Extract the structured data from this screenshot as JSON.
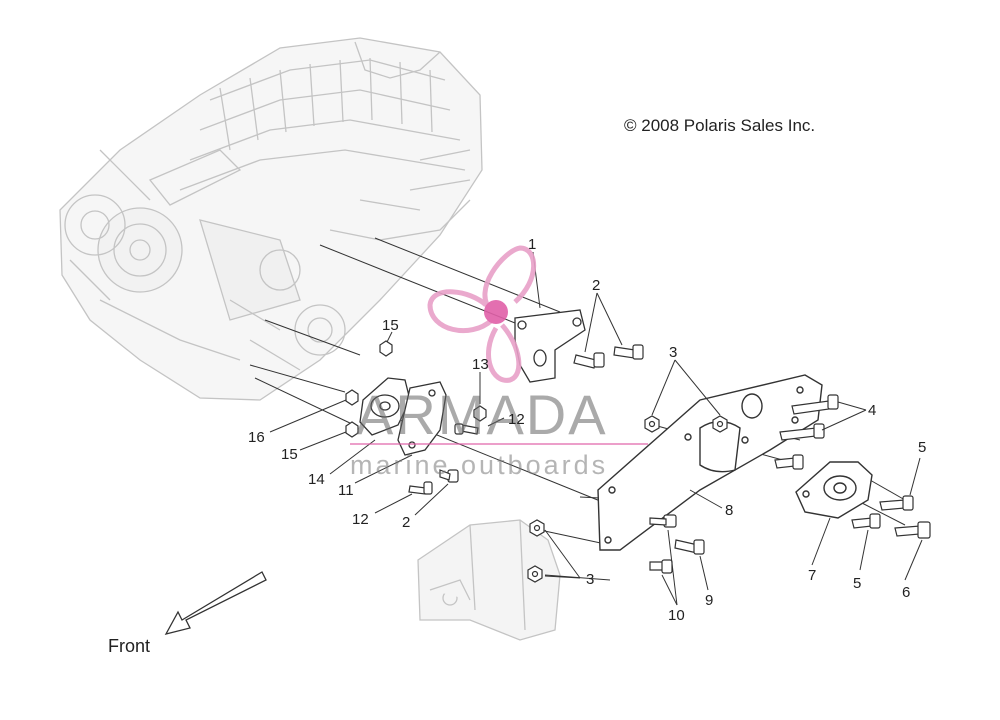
{
  "copyright": "© 2008 Polaris Sales Inc.",
  "front_label": "Front",
  "watermark": {
    "brand": "ARMADA",
    "subtitle": "marine outboards",
    "logo_color": "#e8a0c8",
    "rule_color": "#e060a8"
  },
  "callouts": {
    "c1": "1",
    "c2a": "2",
    "c2b": "2",
    "c3a": "3",
    "c3b": "3",
    "c4": "4",
    "c5a": "5",
    "c5b": "5",
    "c6": "6",
    "c7": "7",
    "c8": "8",
    "c9": "9",
    "c10": "10",
    "c11": "11",
    "c12a": "12",
    "c12b": "12",
    "c13": "13",
    "c14": "14",
    "c15a": "15",
    "c15b": "15",
    "c16": "16"
  }
}
